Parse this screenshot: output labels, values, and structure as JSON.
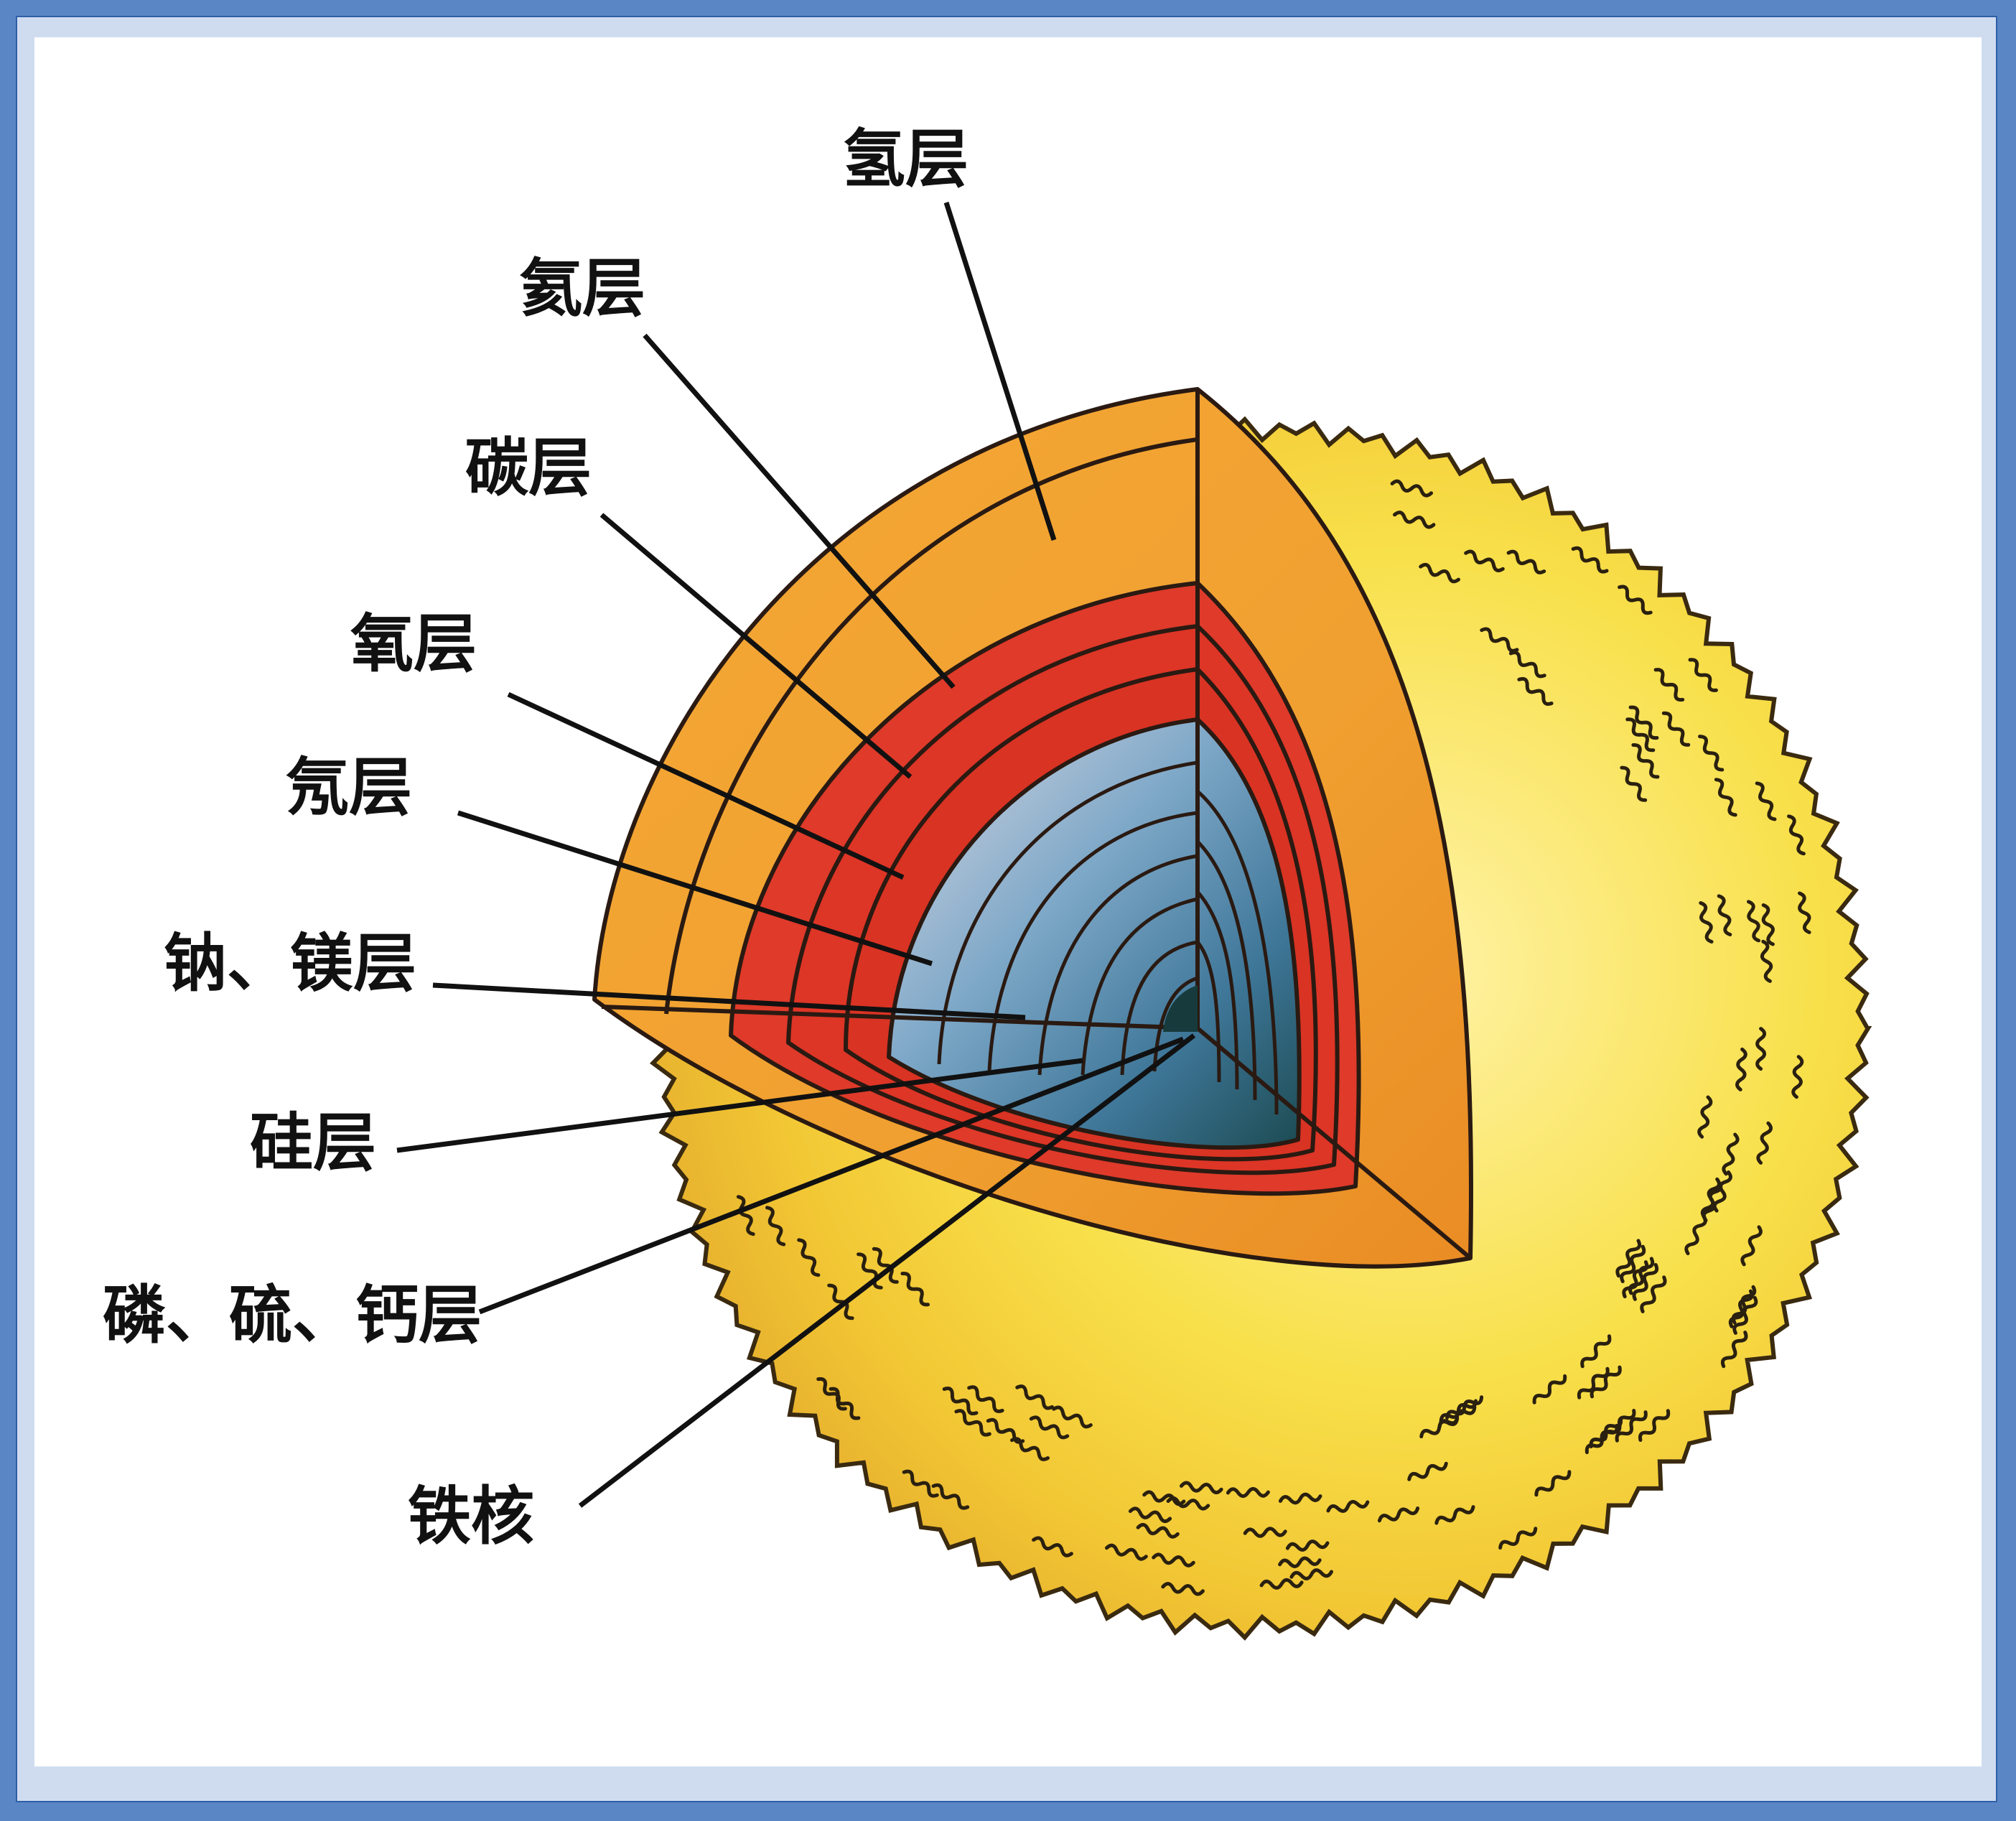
{
  "labels": {
    "hydrogen": "氢层",
    "helium": "氦层",
    "carbon": "碳层",
    "oxygen": "氧层",
    "neon": "氖层",
    "sodium_magnesium": "钠、镁层",
    "silicon": "硅层",
    "phosphorus_sulfur_calcium": "磷、硫、钙层",
    "iron_core": "铁核"
  },
  "colors": {
    "background_frame": "#5b86c6",
    "star_surface": "#f7df3a",
    "outer_layer": "#f2a12f",
    "red_layers": "#df3a2a",
    "blue_layers": "#4f86ad",
    "core": "#1d4f52",
    "outline": "#2a1a12"
  }
}
